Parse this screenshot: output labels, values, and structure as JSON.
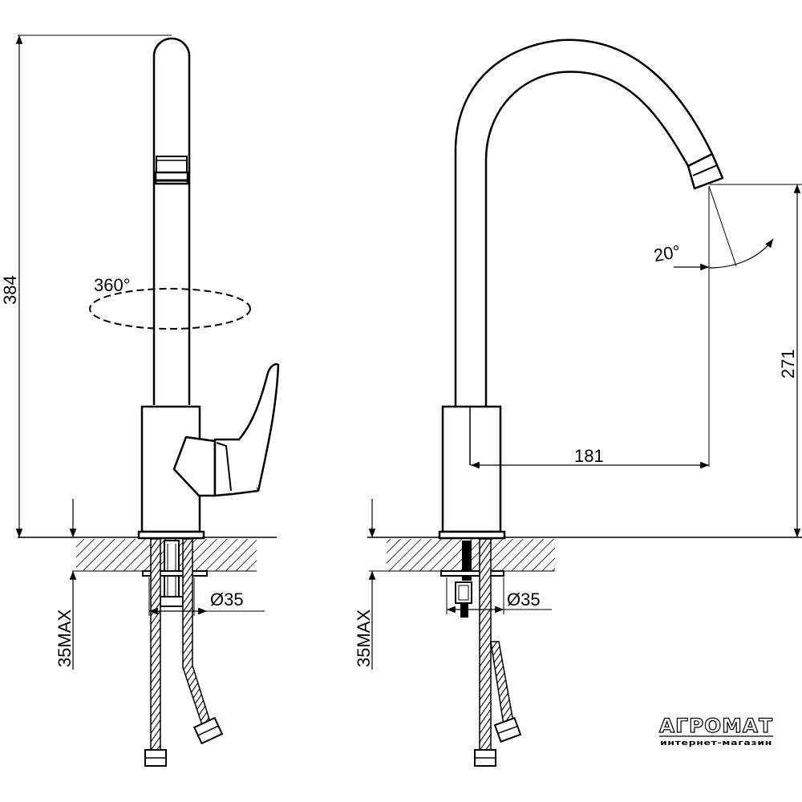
{
  "diagram": {
    "dimensions": {
      "height_total": "384",
      "rotation": "360°",
      "mount_max_left": "35MAX",
      "hole_left": "Ø35",
      "spout_height": "271",
      "spout_reach": "181",
      "spout_angle": "20°",
      "mount_max_right": "35MAX",
      "hole_right": "Ø35"
    },
    "logo": {
      "name": "АГРОМАТ",
      "tagline": "интернет-магазин"
    }
  }
}
